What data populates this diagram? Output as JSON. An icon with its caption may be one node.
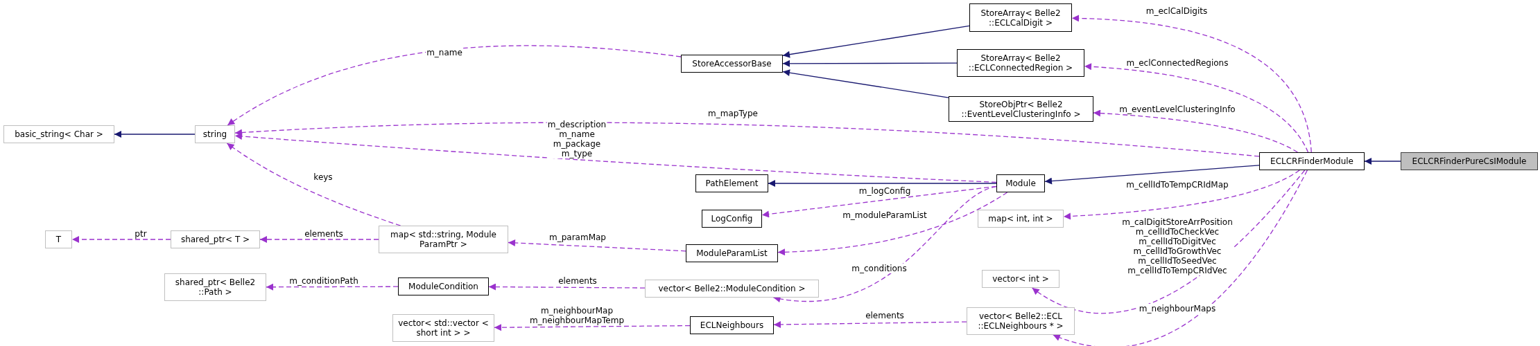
{
  "diagram": {
    "nodes": [
      {
        "text": [
          "ECLCRFinderPureCsIModule"
        ]
      },
      {
        "text": [
          "ECLCRFinderModule"
        ]
      },
      {
        "text": [
          "StoreArray< Belle2 ::ECLCalDigit >"
        ]
      },
      {
        "text": [
          "StoreArray< Belle2 ::ECLConnectedRegion >"
        ]
      },
      {
        "text": [
          "StoreObjPtr< Belle2 ::EventLevelClusteringInfo >"
        ]
      },
      {
        "text": [
          "StoreAccessorBase"
        ]
      },
      {
        "text": [
          "string"
        ]
      },
      {
        "text": [
          "basic_string< Char >"
        ]
      },
      {
        "text": [
          "Module"
        ]
      },
      {
        "text": [
          "PathElement"
        ]
      },
      {
        "text": [
          "LogConfig"
        ]
      },
      {
        "text": [
          "map< int, int >"
        ]
      },
      {
        "text": [
          "ModuleParamList"
        ]
      },
      {
        "text": [
          "map< std::string, Module ParamPtr >"
        ]
      },
      {
        "text": [
          "T"
        ]
      },
      {
        "text": [
          "shared_ptr< T >"
        ]
      },
      {
        "text": [
          "shared_ptr< Belle2 ::Path >"
        ]
      },
      {
        "text": [
          "ModuleCondition"
        ]
      },
      {
        "text": [
          "vector< Belle2::ModuleCondition >"
        ]
      },
      {
        "text": [
          "vector< int >"
        ]
      },
      {
        "text": [
          "vector< std::vector < short int > >"
        ]
      },
      {
        "text": [
          "ECLNeighbours"
        ]
      },
      {
        "text": [
          "vector< Belle2::ECL ::ECLNeighbours * >"
        ]
      }
    ],
    "edges": [
      {
        "from": 0,
        "to": 1,
        "arrow": "to",
        "color": "#191970"
      },
      {
        "from": 2,
        "to": 5,
        "arrow": "to",
        "color": "#191970"
      },
      {
        "from": 3,
        "to": 5,
        "arrow": "to",
        "color": "#191970"
      },
      {
        "from": 4,
        "to": 5,
        "arrow": "to",
        "color": "#191970"
      },
      {
        "from": 1,
        "to": 8,
        "arrow": "to",
        "color": "#191970"
      },
      {
        "from": 8,
        "to": 9,
        "arrow": "to",
        "color": "#191970"
      },
      {
        "from": 6,
        "to": 7,
        "arrow": "to",
        "color": "#191970"
      },
      {
        "from": 1,
        "to": 2,
        "arrow": "to",
        "style": "dashed",
        "label": "m_eclCalDigits"
      },
      {
        "from": 1,
        "to": 3,
        "arrow": "to",
        "style": "dashed",
        "label": "m_eclConnectedRegions"
      },
      {
        "from": 1,
        "to": 4,
        "arrow": "to",
        "style": "dashed",
        "label": "m_eventLevelClusteringInfo"
      },
      {
        "from": 1,
        "to": 6,
        "arrow": "to",
        "style": "dashed",
        "label": "m_mapType"
      },
      {
        "from": 1,
        "to": 11,
        "arrow": "to",
        "style": "dashed",
        "label": "m_cellIdToTempCRIdMap"
      },
      {
        "from": 1,
        "to": 19,
        "arrow": "to",
        "style": "dashed",
        "label": "m_calDigitStoreArrPosition m_cellIdToCheckVec m_cellIdToDigitVec m_cellIdToGrowthVec m_cellIdToSeedVec m_cellIdToTempCRIdVec"
      },
      {
        "from": 1,
        "to": 22,
        "arrow": "to",
        "style": "dashed",
        "label": "m_neighbourMaps"
      },
      {
        "from": 5,
        "to": 6,
        "arrow": "to",
        "style": "dashed",
        "label": "m_name"
      },
      {
        "from": 8,
        "to": 6,
        "arrow": "to",
        "style": "dashed",
        "label": "m_description m_name m_package m_type"
      },
      {
        "from": 13,
        "to": 6,
        "arrow": "to",
        "style": "dashed",
        "label": "keys"
      },
      {
        "from": 8,
        "to": 10,
        "arrow": "to",
        "style": "dashed",
        "label": "m_logConfig"
      },
      {
        "from": 8,
        "to": 12,
        "arrow": "to",
        "style": "dashed",
        "label": "m_moduleParamList"
      },
      {
        "from": 8,
        "to": 18,
        "arrow": "to",
        "style": "dashed",
        "label": "m_conditions"
      },
      {
        "from": 12,
        "to": 13,
        "arrow": "to",
        "style": "dashed",
        "label": "m_paramMap"
      },
      {
        "from": 13,
        "to": 15,
        "arrow": "to",
        "style": "dashed",
        "label": "elements"
      },
      {
        "from": 15,
        "to": 14,
        "arrow": "to",
        "style": "dashed",
        "label": "ptr"
      },
      {
        "from": 17,
        "to": 16,
        "arrow": "to",
        "style": "dashed",
        "label": "m_conditionPath"
      },
      {
        "from": 18,
        "to": 17,
        "arrow": "to",
        "style": "dashed",
        "label": "elements"
      },
      {
        "from": 21,
        "to": 20,
        "arrow": "to",
        "style": "dashed",
        "label": "m_neighbourMap m_neighbourMapTemp"
      },
      {
        "from": 22,
        "to": 21,
        "arrow": "to",
        "style": "dashed",
        "label": "elements"
      }
    ]
  }
}
